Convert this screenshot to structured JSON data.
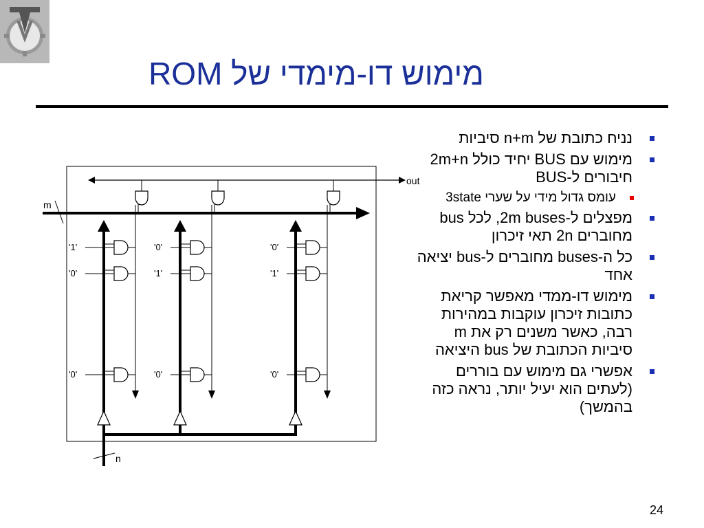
{
  "slide": {
    "title": "מימוש דו-מימדי של ROM",
    "page_number": "24",
    "accent_color": "#1b2f99"
  },
  "bullets": [
    {
      "text": "נניח כתובת של n+m סיביות"
    },
    {
      "text": "מימוש עם BUS יחיד כולל 2m+n חיבורים ל-BUS"
    },
    {
      "text": "עומס גדול מידי על שערי 3state",
      "sub": true
    },
    {
      "text": "מפצלים ל-2m buses, לכל bus מחוברים 2n תאי זיכרון"
    },
    {
      "text": "כל ה-buses מחוברים ל-bus יציאה אחד"
    },
    {
      "text": "מימוש דו-ממדי מאפשר קריאת כתובות זיכרון עוקבות במהירות רבה, כאשר משנים רק את m סיביות הכתובת של bus היציאה"
    },
    {
      "text": "אפשרי גם מימוש עם בוררים (לעתים הוא יעיל יותר, נראה כזה בהמשך)"
    }
  ],
  "diagram": {
    "out_label": "out",
    "m_label": "m",
    "n_label": "n",
    "cells": [
      [
        "'1'",
        "'0'",
        "'0'"
      ],
      [
        "'0'",
        "'1'",
        "'1'"
      ],
      [
        "'0'",
        "'0'",
        "'0'"
      ]
    ]
  }
}
